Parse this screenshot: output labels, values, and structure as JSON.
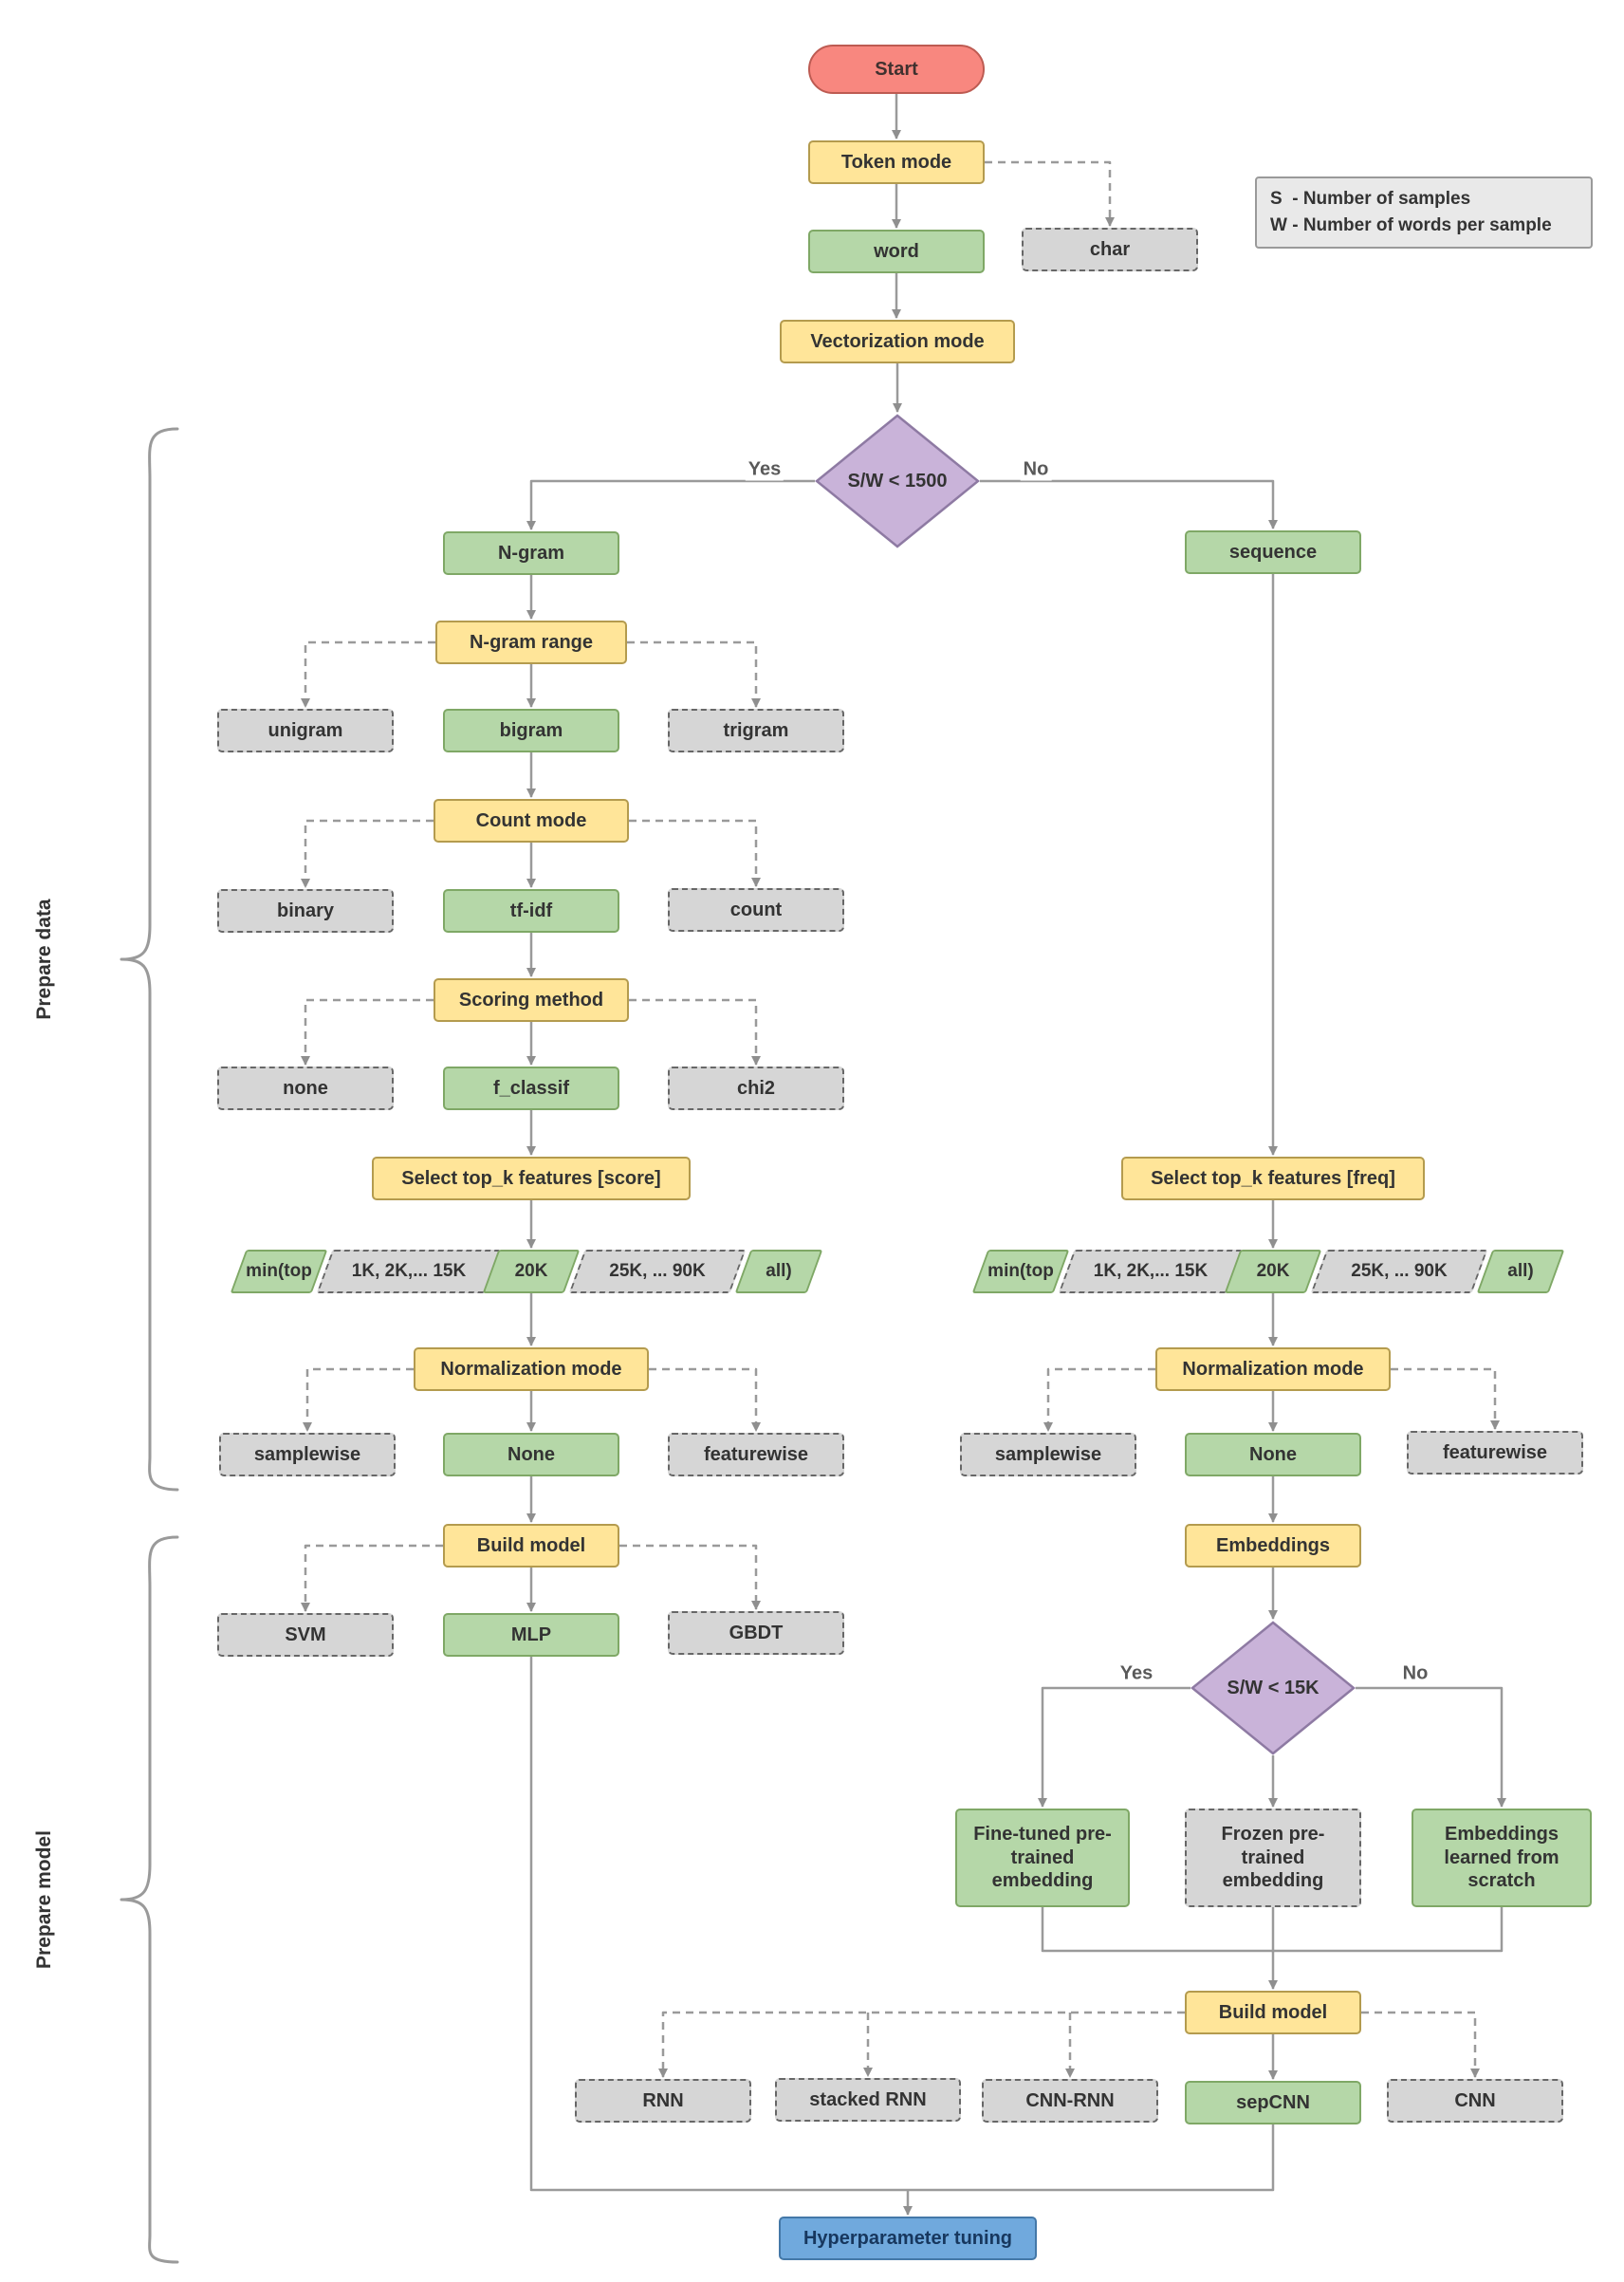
{
  "diagram": {
    "legend": {
      "line1": "S  - Number of samples",
      "line2": "W - Number of words per sample"
    },
    "labels": {
      "prepare_data": "Prepare data",
      "prepare_model": "Prepare model",
      "yes": "Yes",
      "no": "No"
    },
    "nodes": {
      "start": "Start",
      "token_mode": "Token mode",
      "word": "word",
      "char": "char",
      "vectorization_mode": "Vectorization mode",
      "sw_1500": "S/W < 1500",
      "ngram": "N-gram",
      "sequence": "sequence",
      "ngram_range": "N-gram range",
      "unigram": "unigram",
      "bigram": "bigram",
      "trigram": "trigram",
      "count_mode": "Count mode",
      "binary": "binary",
      "tfidf": "tf-idf",
      "count": "count",
      "scoring_method": "Scoring method",
      "none_score": "none",
      "f_classif": "f_classif",
      "chi2": "chi2",
      "select_topk_score": "Select top_k features [score]",
      "select_topk_freq": "Select top_k features [freq]",
      "min_top": "min(top",
      "k_1_15": "1K, 2K,... 15K",
      "k20": "20K",
      "k_25_90": "25K, ... 90K",
      "all_close": "all)",
      "normalization_mode": "Normalization mode",
      "samplewise": "samplewise",
      "none_norm": "None",
      "featurewise": "featurewise",
      "build_model": "Build model",
      "svm": "SVM",
      "mlp": "MLP",
      "gbdt": "GBDT",
      "embeddings": "Embeddings",
      "sw_15k": "S/W < 15K",
      "fine_tuned": "Fine-tuned pre-trained embedding",
      "frozen": "Frozen pre-trained embedding",
      "scratch": "Embeddings learned from scratch",
      "rnn": "RNN",
      "stacked_rnn": "stacked RNN",
      "cnn_rnn": "CNN-RNN",
      "sepcnn": "sepCNN",
      "cnn": "CNN",
      "hyperparameter_tuning": "Hyperparameter tuning"
    },
    "colors": {
      "process_yellow": "#ffe599",
      "chosen_green": "#b5d7a8",
      "option_gray": "#d6d6d6",
      "decision_purple": "#c9b3d9",
      "start_red": "#f8877f",
      "final_blue": "#70a9dd",
      "edge_gray": "#9a9a9a"
    }
  }
}
